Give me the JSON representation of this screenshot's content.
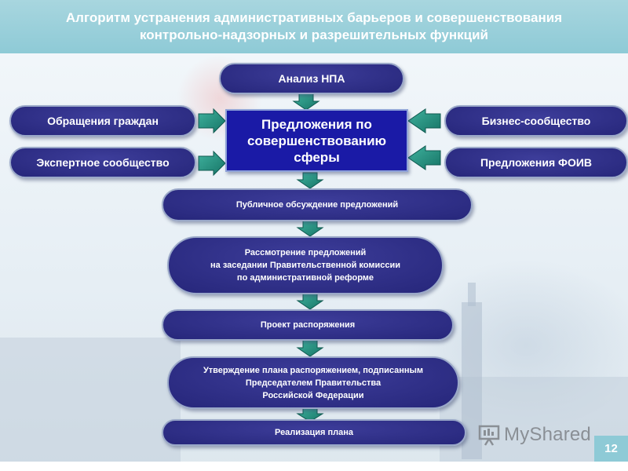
{
  "header": {
    "title_line1": "Алгоритм устранения административных барьеров и совершенствования",
    "title_line2": "контрольно-надзорных и разрешительных функций"
  },
  "diagram": {
    "top": "Анализ НПА",
    "left": [
      "Обращения граждан",
      "Экспертное сообщество"
    ],
    "right": [
      "Бизнес-сообщество",
      "Предложения ФОИВ"
    ],
    "center": [
      "Предложения по",
      "совершенствованию",
      "сферы"
    ],
    "steps": {
      "public_discussion": "Публичное обсуждение предложений",
      "review": [
        "Рассмотрение предложений",
        "на заседании Правительственной комиссии",
        "по административной реформе"
      ],
      "draft_order": "Проект распоряжения",
      "approval": [
        "Утверждение плана распоряжением, подписанным",
        "Председателем Правительства",
        "Российской Федерации"
      ],
      "implementation": "Реализация плана"
    }
  },
  "logo": {
    "text": "MyShared"
  },
  "page": {
    "number": "12"
  },
  "colors": {
    "header": "#8ecad6",
    "node": "#26267a",
    "center": "#1a1aa6",
    "arrow": "#1f8a7a"
  }
}
